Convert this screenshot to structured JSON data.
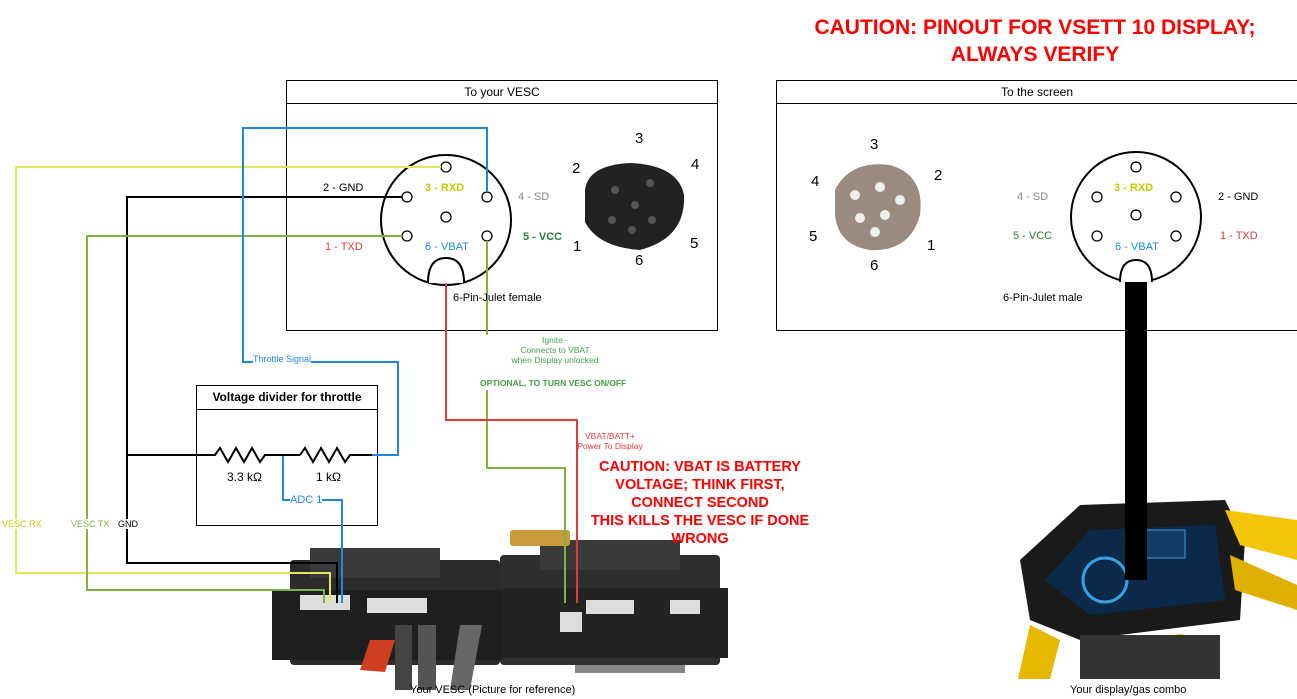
{
  "caution_top": {
    "line1": "CAUTION: PINOUT FOR VSETT 10 DISPLAY;",
    "line2": "ALWAYS VERIFY"
  },
  "vesc_box": {
    "title": "To your VESC",
    "connector_label": "6-Pin-Julet female",
    "pins": {
      "p2": "2 - GND",
      "p3": "3 - RXD",
      "p4": "4 - SD",
      "p1": "1 - TXD",
      "p6": "6 - VBAT",
      "p5": "5 - VCC"
    },
    "photo_numbers": [
      "1",
      "2",
      "3",
      "4",
      "5",
      "6"
    ]
  },
  "screen_box": {
    "title": "To the screen",
    "connector_label": "6-Pin-Julet male",
    "pins": {
      "p4": "4 - SD",
      "p3": "3 - RXD",
      "p2": "2 - GND",
      "p5": "5 - VCC",
      "p6": "6 - VBAT",
      "p1": "1 - TXD"
    },
    "photo_numbers": [
      "1",
      "2",
      "3",
      "4",
      "5",
      "6"
    ]
  },
  "divider_box": {
    "title": "Voltage divider for throttle",
    "r1": "3.3 kΩ",
    "r2": "1 kΩ",
    "adc": "ADC 1"
  },
  "wire_labels": {
    "throttle": "Throttle Signal",
    "vesc_rx": "VESC RX",
    "vesc_tx": "VESC TX",
    "gnd": "GND",
    "ignite_1": "Ignite -",
    "ignite_2": "Connects to VBAT",
    "ignite_3": "when Display unlocked",
    "optional": "OPTIONAL, TO TURN VESC ON/OFF",
    "vbat_1": "VBAT/BATT+",
    "vbat_2": "Power To Display"
  },
  "caution_vbat": {
    "line1": "CAUTION: VBAT IS BATTERY",
    "line2": "VOLTAGE; THINK FIRST,",
    "line3": "CONNECT SECOND",
    "line4": "THIS KILLS THE VESC IF DONE",
    "line5": "WRONG"
  },
  "captions": {
    "vesc": "Your VESC (Picture for reference)",
    "display": "Your display/gas combo"
  },
  "colors": {
    "yellow": "#e6e65a",
    "green": "#7cb342",
    "blue": "#1e88e5",
    "red": "#e53935",
    "black": "#000000",
    "caution": "#ff0000"
  }
}
